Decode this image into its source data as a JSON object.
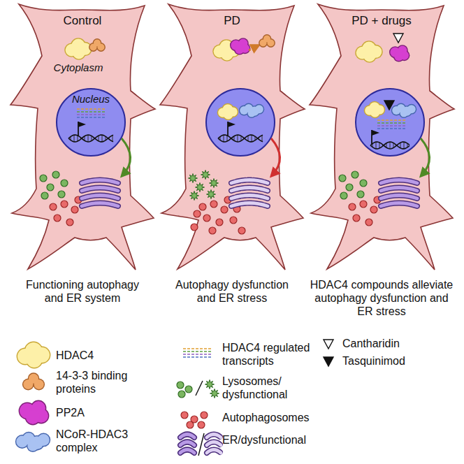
{
  "diagram": {
    "nodes": [
      {
        "text": [
          "Control",
          "Cytoplasm"
        ]
      },
      {
        "text": [
          "Nucleus"
        ],
        "in": 0
      },
      {
        "text": [
          "PD"
        ]
      },
      {
        "text": [
          "PD + drugs"
        ]
      }
    ],
    "labels": [
      "Functioning autophagy and ER system",
      "Autophagy dysfunction and ER stress",
      "HDAC4 compounds alleviate autophagy dysfunction and ER stress"
    ],
    "legend": [
      {
        "text": "HDAC4",
        "color": "#fdf0a8"
      },
      {
        "text": "14-3-3 binding proteins",
        "color": "#f0a868"
      },
      {
        "text": "PP2A",
        "color": "#d63fd0"
      },
      {
        "text": "NCoR-HDAC3 complex",
        "color": "#a9c2f2"
      },
      {
        "text": "HDAC4 regulated transcripts"
      },
      {
        "text": "Lysosomes/ dysfunctional"
      },
      {
        "text": "Autophagosomes",
        "color": "#e86a6a"
      },
      {
        "text": "ER/dysfunctional"
      },
      {
        "text": "Cantharidin"
      },
      {
        "text": "Tasquinimod"
      }
    ]
  }
}
